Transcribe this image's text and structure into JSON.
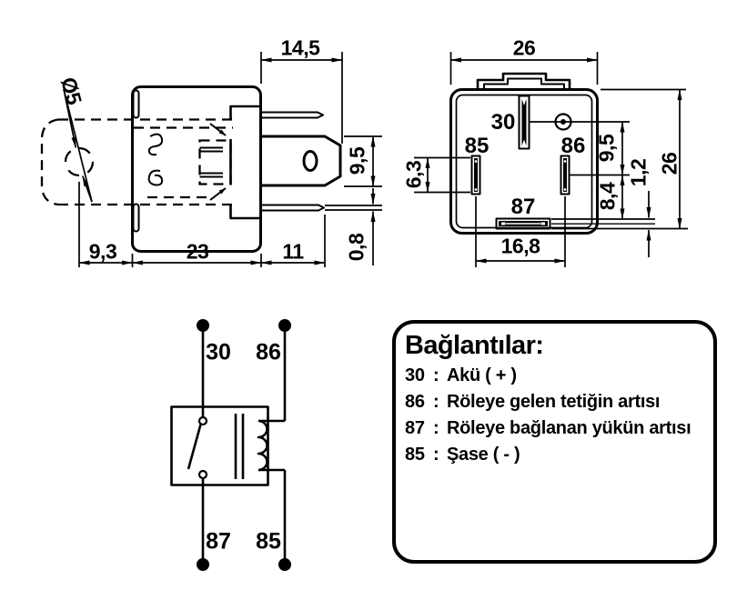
{
  "side_view": {
    "d14_5": "14,5",
    "hole": "Ø5",
    "d9_5": "9,5",
    "d0_8": "0,8",
    "d9_3": "9,3",
    "d23": "23",
    "d11": "11"
  },
  "bottom_view": {
    "d26_top": "26",
    "d26_right": "26",
    "d6_3": "6,3",
    "d9_5": "9,5",
    "d8_4": "8,4",
    "d1_2": "1,2",
    "d16_8": "16,8",
    "pin30": "30",
    "pin85": "85",
    "pin86": "86",
    "pin87": "87"
  },
  "schematic": {
    "pin30": "30",
    "pin86": "86",
    "pin87": "87",
    "pin85": "85"
  },
  "legend": {
    "title": "Bağlantılar:",
    "separator": ":",
    "items": [
      {
        "pin": "30",
        "desc": "Akü ( + )"
      },
      {
        "pin": "86",
        "desc": "Röleye gelen tetiğin artısı"
      },
      {
        "pin": "87",
        "desc": "Röleye bağlanan yükün artısı"
      },
      {
        "pin": "85",
        "desc": "Şase ( - )"
      }
    ]
  }
}
